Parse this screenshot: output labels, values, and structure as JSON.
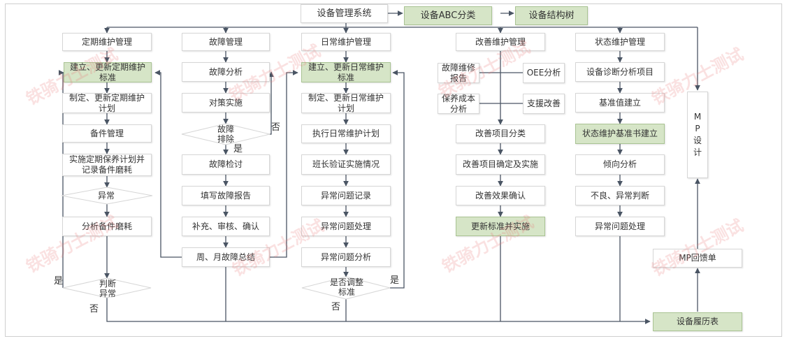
{
  "nodes": {
    "top_system": "设备管理系统",
    "top_abc": "设备ABC分类",
    "top_tree": "设备结构树",
    "c1_title": "定期维护管理",
    "c1_std": "建立、更新定期维护标准",
    "c1_plan": "制定、更新定期维护计划",
    "c1_parts": "备件管理",
    "c1_exec": "实施定期保养计划并记录备件磨耗",
    "c1_abn": "异常",
    "c1_analyze": "分析备件磨耗",
    "c1_judge": "判断异常",
    "c2_title": "故障管理",
    "c2_analysis": "故障分析",
    "c2_measure": "对策实施",
    "c2_exclude": "故障排除",
    "c2_check": "故障检讨",
    "c2_report": "填写故障报告",
    "c2_supplement": "补充、审核、确认",
    "c2_summary": "周、月故障总结",
    "c3_title": "日常维护管理",
    "c3_std": "建立、更新日常维护标准",
    "c3_plan": "制定、更新日常维护计划",
    "c3_exec": "执行日常维护计划",
    "c3_verify": "班长验证实施情况",
    "c3_record": "异常问题记录",
    "c3_handle": "异常问题处理",
    "c3_analysis": "异常问题分析",
    "c3_adjust": "是否调整标准",
    "c4_title": "改善维护管理",
    "c4_fault": "故障维修报告",
    "c4_oee": "OEE分析",
    "c4_cost": "保养成本分析",
    "c4_support": "支援改善",
    "c4_class": "改善项目分类",
    "c4_confirm": "改善项目确定及实施",
    "c4_effect": "改善效果确认",
    "c4_update": "更新标准并实施",
    "c5_title": "状态维护管理",
    "c5_diag": "设备诊断分析项目",
    "c5_baseline": "基准值建立",
    "c5_state": "状态维护基准书建立",
    "c5_trend": "倾向分析",
    "c5_bad": "不良、异常判断",
    "c5_handle": "异常问题处理",
    "mp_design": "MP设计",
    "mp_feedback": "MP回馈单",
    "history": "设备履历表"
  },
  "edge_labels": {
    "c2_no": "否",
    "c2_yes": "是",
    "c1_yes": "是",
    "c1_no": "否",
    "c3_yes": "是",
    "c3_no": "否"
  },
  "watermark": "铁骑力士测试",
  "colors": {
    "green_fill": "#d6e5c7",
    "green_border": "#a9c393",
    "line": "#4a5564"
  }
}
